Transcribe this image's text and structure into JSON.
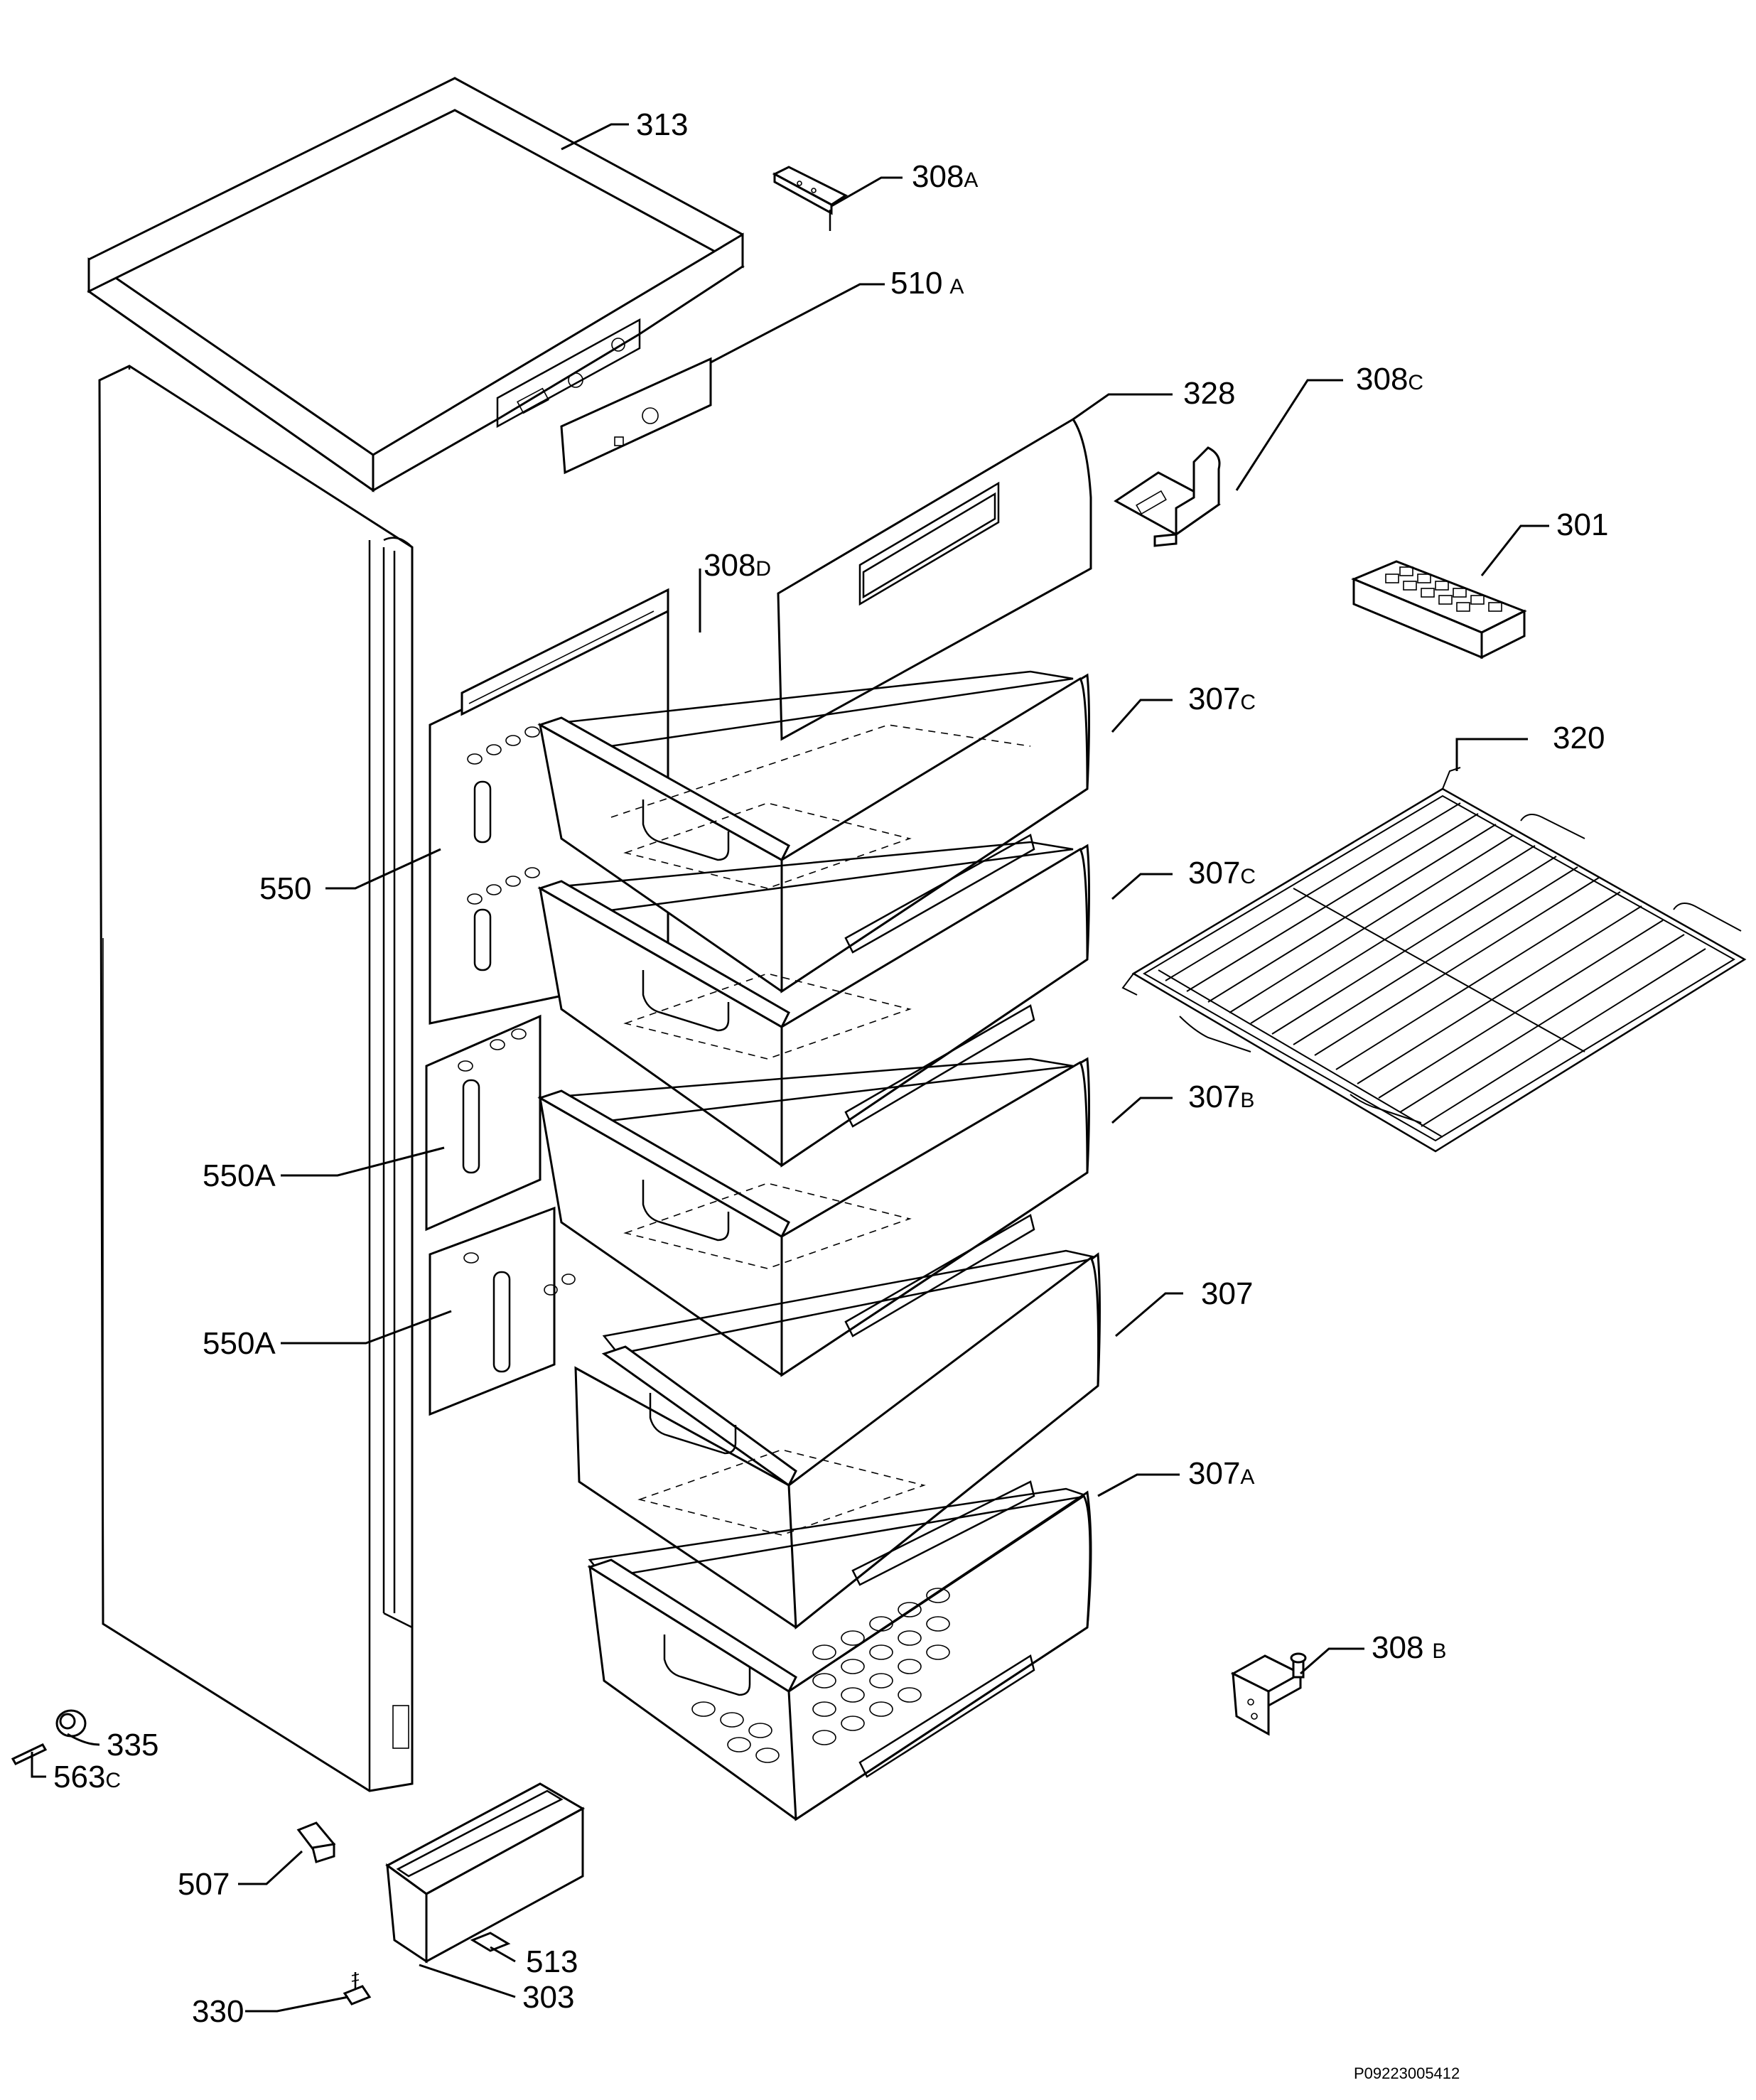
{
  "labels": {
    "p313": {
      "num": "313",
      "suffix": ""
    },
    "p308a": {
      "num": "308",
      "suffix": "A"
    },
    "p510a": {
      "num": "510",
      "suffix": "A"
    },
    "p328": {
      "num": "328",
      "suffix": ""
    },
    "p308c": {
      "num": "308",
      "suffix": "C"
    },
    "p301": {
      "num": "301",
      "suffix": ""
    },
    "p308d": {
      "num": "308",
      "suffix": "D"
    },
    "p307c_1": {
      "num": "307",
      "suffix": "C"
    },
    "p320": {
      "num": "320",
      "suffix": ""
    },
    "p307c_2": {
      "num": "307",
      "suffix": "C"
    },
    "p550": {
      "num": "550",
      "suffix": ""
    },
    "p307b": {
      "num": "307",
      "suffix": "B"
    },
    "p550a_1": {
      "num": "550A",
      "suffix": ""
    },
    "p307": {
      "num": "307",
      "suffix": ""
    },
    "p550a_2": {
      "num": "550A",
      "suffix": ""
    },
    "p307a": {
      "num": "307",
      "suffix": "A"
    },
    "p308b": {
      "num": "308",
      "suffix": "B"
    },
    "p335": {
      "num": "335",
      "suffix": ""
    },
    "p563c": {
      "num": "563",
      "suffix": "C"
    },
    "p507": {
      "num": "507",
      "suffix": ""
    },
    "p513": {
      "num": "513",
      "suffix": ""
    },
    "p303": {
      "num": "303",
      "suffix": ""
    },
    "p330": {
      "num": "330",
      "suffix": ""
    }
  },
  "diagram_code": "P09223005412"
}
